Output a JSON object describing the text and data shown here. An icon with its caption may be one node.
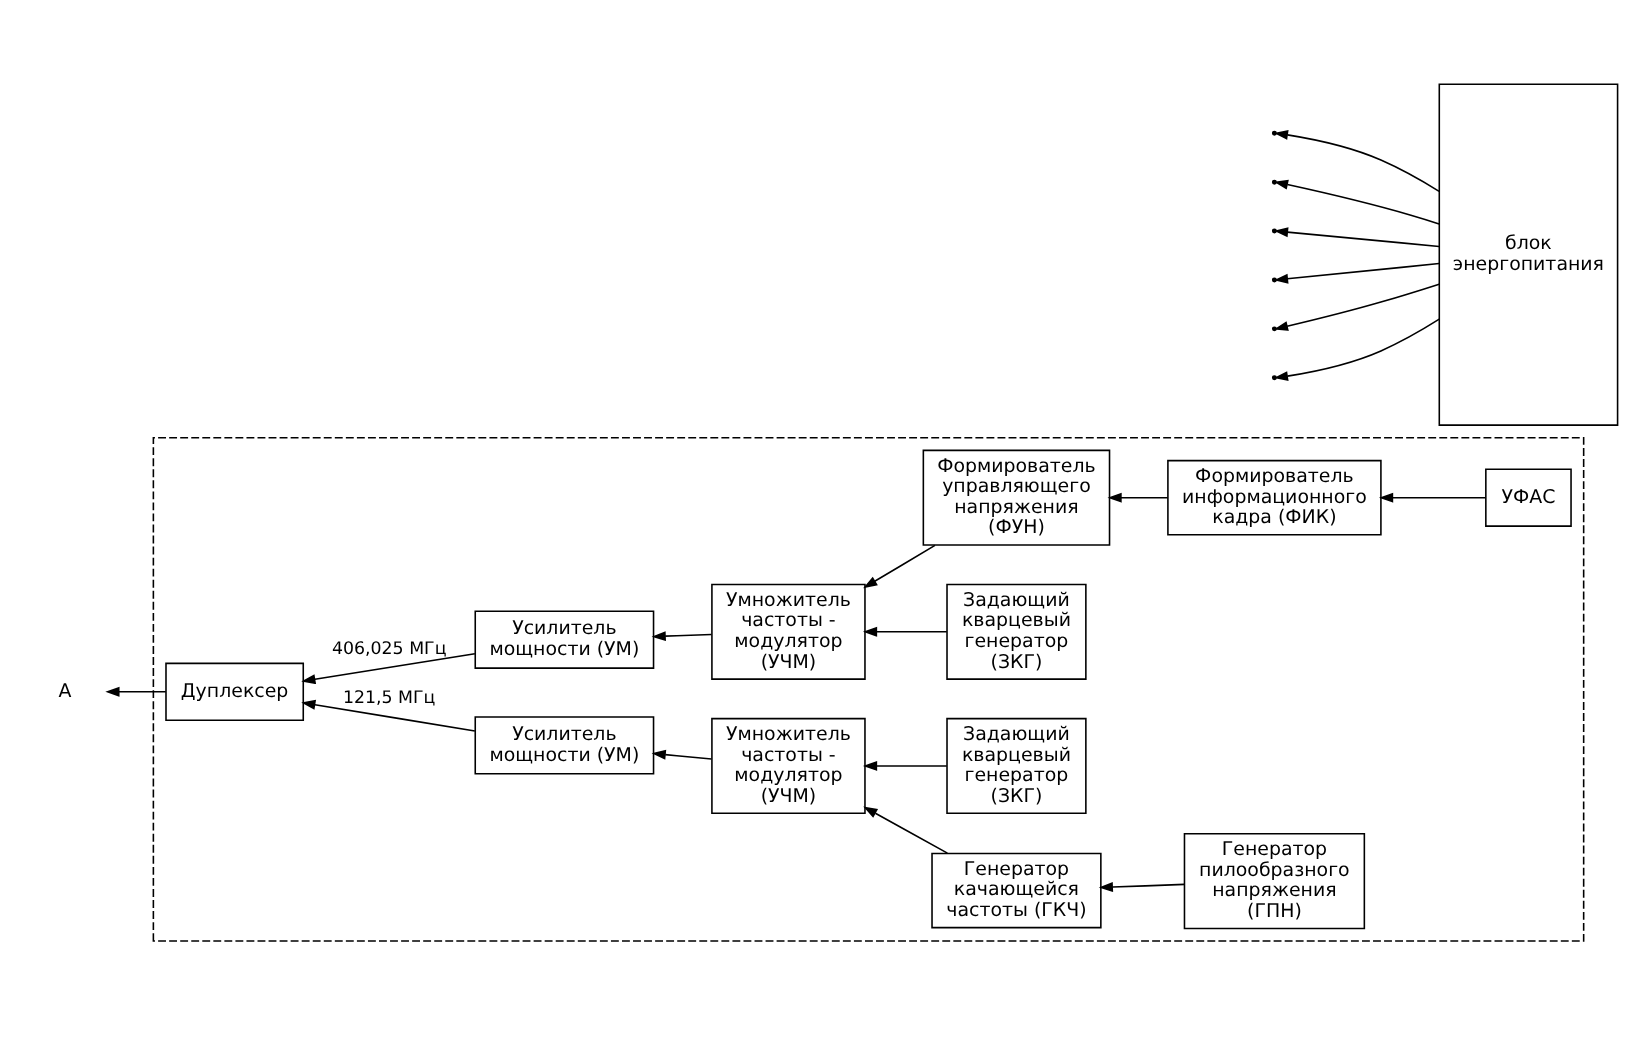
{
  "diagram": {
    "nodes": [
      {
        "text": [],
        "shape": "box"
      },
      {
        "text": [
          "Формирователь управляющего напряжения (ФУН)"
        ],
        "in": 0
      },
      {
        "text": [
          "Формирователь информационного кадра (ФИК)"
        ],
        "in": 0
      },
      {
        "text": [
          "УФАС"
        ],
        "in": 0
      },
      {
        "text": [
          "Усилитель мощности (УМ)"
        ],
        "in": 0
      },
      {
        "text": [
          "Умножитель частоты - модулятор (УЧМ)"
        ],
        "in": 0
      },
      {
        "text": [
          "Задающий кварцевый генератор (ЗКГ)"
        ],
        "in": 0
      },
      {
        "text": [
          "Дуплексер"
        ],
        "in": 0
      },
      {
        "text": [
          "Усилитель мощности (УМ)"
        ],
        "in": 0
      },
      {
        "text": [
          "Умножитель частоты - модулятор (УЧМ)"
        ],
        "in": 0
      },
      {
        "text": [
          "Задающий кварцевый генератор (ЗКГ)"
        ],
        "in": 0
      },
      {
        "text": [
          "Генератор пилообразного напряжения (ГПН)"
        ],
        "in": 0
      },
      {
        "text": [
          "Генератор качающейся частоты (ГКЧ)"
        ],
        "in": 0
      },
      {
        "text": [
          "А"
        ]
      },
      {
        "text": [
          "блок энергопитания"
        ]
      }
    ],
    "edges": [
      {
        "from": 3,
        "to": 2,
        "arrow": "to"
      },
      {
        "from": 2,
        "to": 1,
        "arrow": "to"
      },
      {
        "from": 1,
        "to": 5,
        "arrow": "to"
      },
      {
        "from": 6,
        "to": 5,
        "arrow": "to"
      },
      {
        "from": 5,
        "to": 4,
        "arrow": "to"
      },
      {
        "from": 4,
        "to": 7,
        "arrow": "to",
        "label": "406,025 МГц"
      },
      {
        "from": 8,
        "to": 7,
        "arrow": "to",
        "label": "121,5 МГц"
      },
      {
        "from": 9,
        "to": 8,
        "arrow": "to"
      },
      {
        "from": 10,
        "to": 9,
        "arrow": "to"
      },
      {
        "from": 12,
        "to": 9,
        "arrow": "to"
      },
      {
        "from": 11,
        "to": 12,
        "arrow": "to"
      },
      {
        "from": 7,
        "to": 13,
        "arrow": "to"
      },
      {
        "from": 14,
        "to": null,
        "arrow": "to"
      },
      {
        "from": 14,
        "to": null,
        "arrow": "to"
      },
      {
        "from": 14,
        "to": null,
        "arrow": "to"
      },
      {
        "from": 14,
        "to": null,
        "arrow": "to"
      },
      {
        "from": 14,
        "to": null,
        "arrow": "to"
      },
      {
        "from": 14,
        "to": null,
        "arrow": "to"
      }
    ]
  }
}
